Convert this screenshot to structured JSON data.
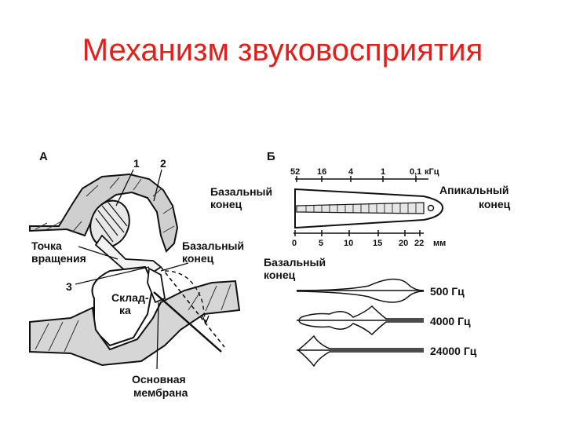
{
  "slide": {
    "title": "Механизм звуковосприятия",
    "title_color": "#e0201b"
  },
  "panel_a": {
    "letter": "А",
    "num1": "1",
    "num2": "2",
    "num3": "3",
    "pivot_line1": "Точка",
    "pivot_line2": "вращения",
    "basal_line1": "Базальный",
    "basal_line2": "конец",
    "fold_line1": "Склад-",
    "fold_line2": "ка",
    "membrane_line1": "Основная",
    "membrane_line2": "мембрана"
  },
  "panel_b": {
    "letter": "Б",
    "freq_ticks": [
      "52",
      "16",
      "4",
      "1",
      "0,1"
    ],
    "freq_unit": "кГц",
    "basal_line1": "Базальный",
    "basal_line2": "конец",
    "apical_line1": "Апикальный",
    "apical_line2": "конец",
    "mm_ticks": [
      "0",
      "5",
      "10",
      "15",
      "20",
      "22"
    ],
    "mm_unit": "мм",
    "basal2_line1": "Базальный",
    "basal2_line2": "конец",
    "waves": [
      "500 Гц",
      "4000 Гц",
      "24000 Гц"
    ]
  }
}
